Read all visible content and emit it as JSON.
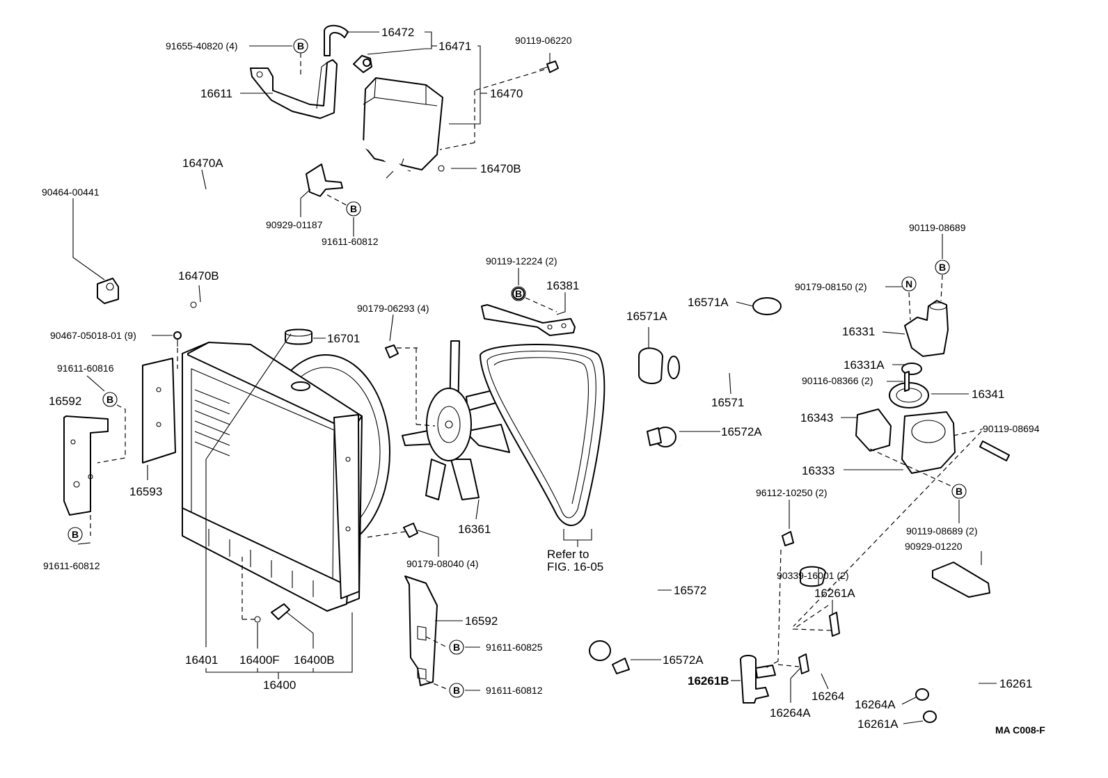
{
  "labels": {
    "p91655_40820": "91655-40820 (4)",
    "p16472": "16472",
    "p16471": "16471",
    "p90119_06220": "90119-06220",
    "p16611": "16611",
    "p16470": "16470",
    "p16470A": "16470A",
    "p16470B_top": "16470B",
    "p90464_00441": "90464-00441",
    "p90929_01187": "90929-01187",
    "p91611_60812_top": "91611-60812",
    "p16470B_mid": "16470B",
    "p90119_12224": "90119-12224 (2)",
    "p16381": "16381",
    "p90179_06293": "90179-06293 (4)",
    "p16701": "16701",
    "p90467_05018": "90467-05018-01 (9)",
    "p91611_60816": "91611-60816",
    "p16592_left": "16592",
    "p16593": "16593",
    "p91611_60812_left": "91611-60812",
    "p16361": "16361",
    "p90179_08040": "90179-08040 (4)",
    "refer": "Refer to",
    "fig": "FIG. 16-05",
    "p16592_mid": "16592",
    "p91611_60825": "91611-60825",
    "p91611_60812_bot": "91611-60812",
    "p16401": "16401",
    "p16400F": "16400F",
    "p16400B": "16400B",
    "p16400": "16400",
    "p16571A_top": "16571A",
    "p16571A_left": "16571A",
    "p16571": "16571",
    "p16572A_top": "16572A",
    "p16572": "16572",
    "p16572A_bot": "16572A",
    "p90119_08689_top": "90119-08689",
    "p90179_08150": "90179-08150 (2)",
    "p16331": "16331",
    "p16331A": "16331A",
    "p90116_08366": "90116-08366 (2)",
    "p16341": "16341",
    "p16343": "16343",
    "p90119_08694": "90119-08694",
    "p16333": "16333",
    "p96112_10250": "96112-10250 (2)",
    "p90119_08689_bot": "90119-08689 (2)",
    "p90929_01220": "90929-01220",
    "p90339_16001": "90339-16001 (2)",
    "p16261A_top": "16261A",
    "p16261B": "16261B",
    "p16264": "16264",
    "p16264A_left": "16264A",
    "p16264A_right": "16264A",
    "p16261": "16261",
    "p16261A_bot": "16261A",
    "code": "MA C008-F"
  },
  "markers": {
    "b": "B",
    "n": "N"
  }
}
